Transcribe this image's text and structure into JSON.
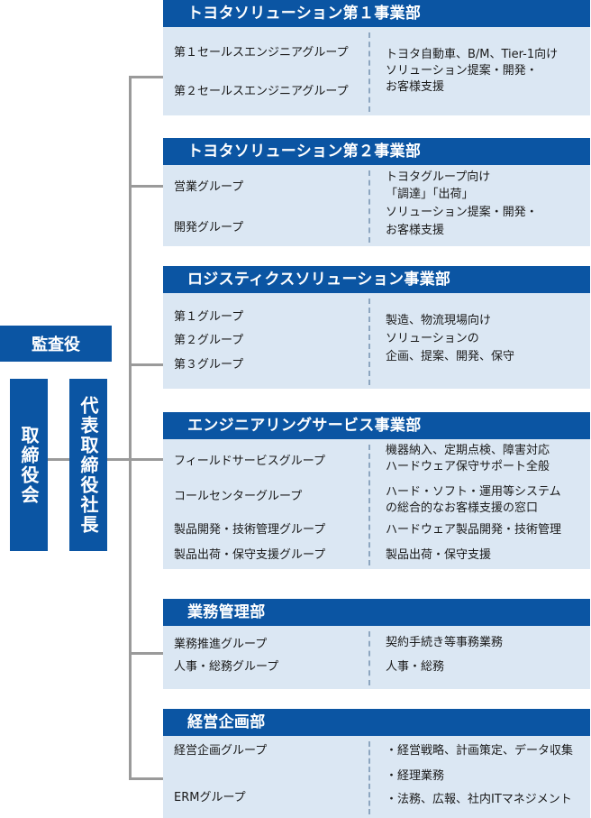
{
  "executives": {
    "auditor": "監査役",
    "board": "取締役会",
    "president": "代表取締役社長"
  },
  "departments": [
    {
      "name": "トヨタソリューション第１事業部",
      "groups": [
        "第１セールスエンジニアグループ",
        "第２セールスエンジニアグループ"
      ],
      "description": [
        "トヨタ自動車、B/M、Tier-1向け",
        "ソリューション提案・開発・",
        "お客様支援"
      ]
    },
    {
      "name": "トヨタソリューション第２事業部",
      "groups": [
        "営業グループ",
        "開発グループ"
      ],
      "description": [
        "トヨタグループ向け",
        "「調達」「出荷」",
        "ソリューション提案・開発・",
        "お客様支援"
      ]
    },
    {
      "name": "ロジスティクスソリューション事業部",
      "groups": [
        "第１グループ",
        "第２グループ",
        "第３グループ"
      ],
      "description": [
        "製造、物流現場向け",
        "ソリューションの",
        "企画、提案、開発、保守"
      ]
    },
    {
      "name": "エンジニアリングサービス事業部",
      "groups": [
        "フィールドサービスグループ",
        "コールセンターグループ",
        "製品開発・技術管理グループ",
        "製品出荷・保守支援グループ"
      ],
      "description": [
        "機器納入、定期点検、障害対応",
        "ハードウェア保守サポート全般",
        "ハード・ソフト・運用等システム",
        "の総合的なお客様支援の窓口",
        "ハードウェア製品開発・技術管理",
        "製品出荷・保守支援"
      ]
    },
    {
      "name": "業務管理部",
      "groups": [
        "業務推進グループ",
        "人事・総務グループ"
      ],
      "description": [
        "契約手続き等事務業務",
        "人事・総務"
      ]
    },
    {
      "name": "経営企画部",
      "groups": [
        "経営企画グループ",
        "ERMグループ"
      ],
      "description": [
        "・経営戦略、計画策定、データ収集",
        "・経理業務",
        "・法務、広報、社内ITマネジメント"
      ]
    }
  ]
}
